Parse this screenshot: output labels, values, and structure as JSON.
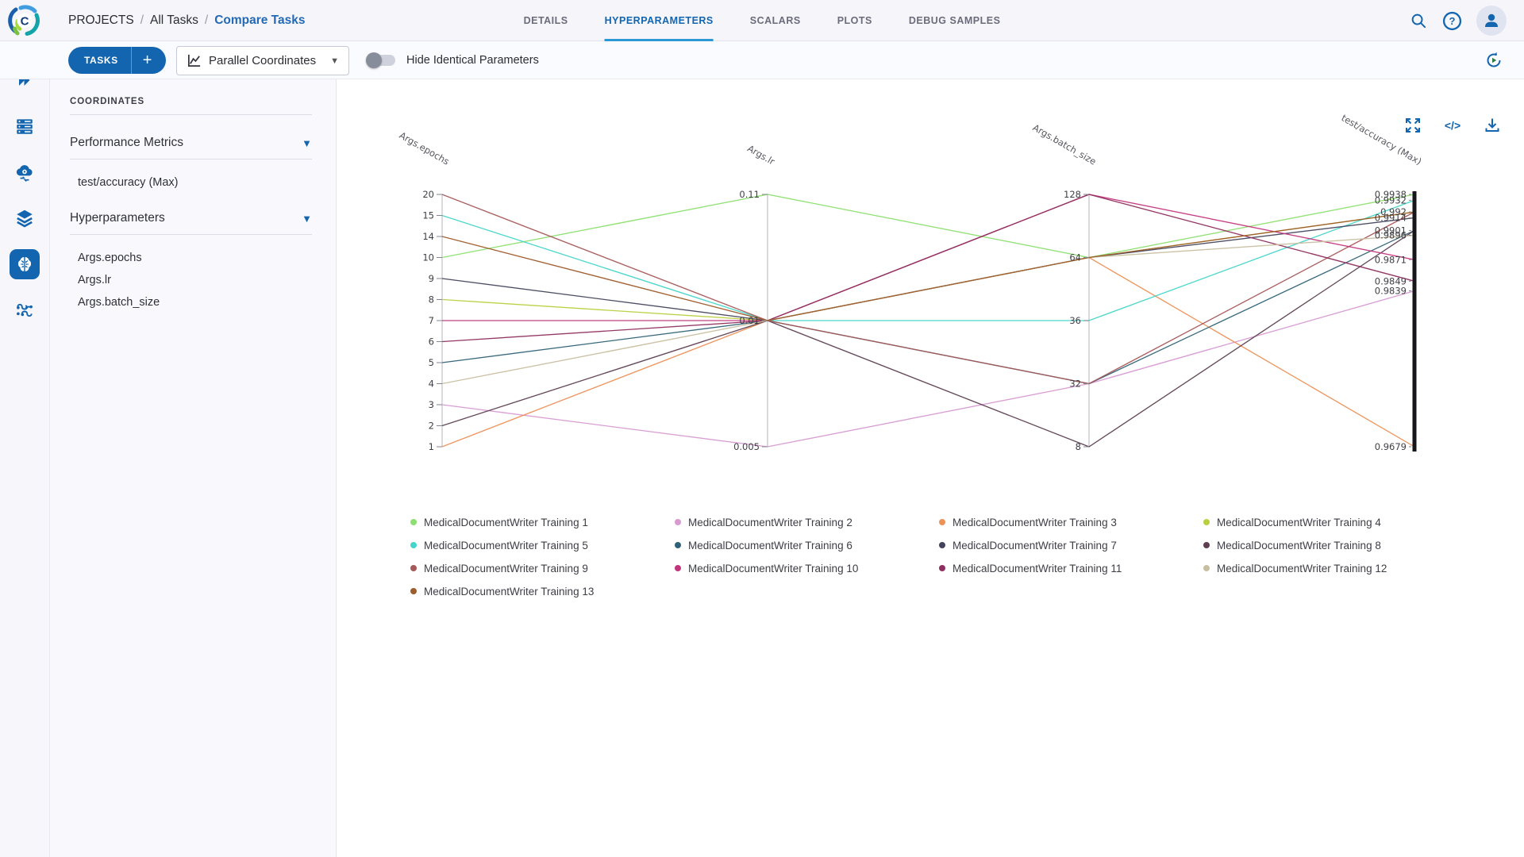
{
  "header": {
    "breadcrumb": [
      "PROJECTS",
      "All Tasks",
      "Compare Tasks"
    ],
    "tabs": [
      "DETAILS",
      "HYPERPARAMETERS",
      "SCALARS",
      "PLOTS",
      "DEBUG SAMPLES"
    ],
    "active_tab": "HYPERPARAMETERS",
    "icons": [
      "search-icon",
      "help-icon",
      "user-avatar"
    ],
    "accent_color": "#1265ae"
  },
  "toolbar": {
    "tasks_button": "TASKS",
    "add_button": "+",
    "view_selector": "Parallel Coordinates",
    "toggle_label": "Hide Identical Parameters",
    "toggle_state": "off"
  },
  "panel": {
    "title": "COORDINATES",
    "sections": [
      {
        "label": "Performance Metrics",
        "items": [
          "test/accuracy (Max)"
        ]
      },
      {
        "label": "Hyperparameters",
        "items": [
          "Args.epochs",
          "Args.lr",
          "Args.batch_size"
        ]
      }
    ]
  },
  "chart_data": {
    "type": "parallel-coordinates",
    "axes": [
      {
        "title": "Args.epochs",
        "type": "categorical",
        "ticks": [
          "20",
          "15",
          "14",
          "10",
          "9",
          "8",
          "7",
          "6",
          "5",
          "4",
          "3",
          "2",
          "1"
        ]
      },
      {
        "title": "Args.lr",
        "type": "custom",
        "ticks": [
          {
            "label": "0.11",
            "pos": 0
          },
          {
            "label": "0.01",
            "pos": 0.5
          },
          {
            "label": "0.005",
            "pos": 1
          }
        ]
      },
      {
        "title": "Args.batch_size",
        "type": "categorical",
        "ticks": [
          "128",
          "64",
          "36",
          "32",
          "8"
        ]
      },
      {
        "title": "test/accuracy (Max)",
        "type": "linear",
        "max": 0.9938,
        "min": 0.9679,
        "highlighted": true,
        "ticks": [
          "0.9938",
          "0.9932",
          "0.992",
          "0.9914",
          "0.9901",
          "0.9896",
          "0.9871",
          "0.9849",
          "0.9839",
          "0.9679"
        ]
      }
    ],
    "series": [
      {
        "name": "MedicalDocumentWriter Training 1",
        "color": "#8ddf70",
        "values": [
          10,
          0.11,
          64,
          0.9938
        ]
      },
      {
        "name": "MedicalDocumentWriter Training 2",
        "color": "#d79ad2",
        "values": [
          3,
          0.005,
          32,
          0.9839
        ]
      },
      {
        "name": "MedicalDocumentWriter Training 3",
        "color": "#ec9158",
        "values": [
          1,
          0.01,
          64,
          0.9679
        ]
      },
      {
        "name": "MedicalDocumentWriter Training 4",
        "color": "#b9cf3e",
        "values": [
          8,
          0.01,
          64,
          0.992
        ]
      },
      {
        "name": "MedicalDocumentWriter Training 5",
        "color": "#45d5c8",
        "values": [
          15,
          0.01,
          36,
          0.9932
        ]
      },
      {
        "name": "MedicalDocumentWriter Training 6",
        "color": "#2f6276",
        "values": [
          5,
          0.01,
          32,
          0.9901
        ]
      },
      {
        "name": "MedicalDocumentWriter Training 7",
        "color": "#43445c",
        "values": [
          9,
          0.01,
          64,
          0.9914
        ]
      },
      {
        "name": "MedicalDocumentWriter Training 8",
        "color": "#5d3f51",
        "values": [
          2,
          0.01,
          8,
          0.9901
        ]
      },
      {
        "name": "MedicalDocumentWriter Training 9",
        "color": "#a75858",
        "values": [
          20,
          0.01,
          32,
          0.992
        ]
      },
      {
        "name": "MedicalDocumentWriter Training 10",
        "color": "#c2367d",
        "values": [
          7,
          0.01,
          128,
          0.9871
        ]
      },
      {
        "name": "MedicalDocumentWriter Training 11",
        "color": "#8f2f5f",
        "values": [
          6,
          0.01,
          128,
          0.9849
        ]
      },
      {
        "name": "MedicalDocumentWriter Training 12",
        "color": "#c8bfa0",
        "values": [
          4,
          0.01,
          64,
          0.9896
        ]
      },
      {
        "name": "MedicalDocumentWriter Training 13",
        "color": "#9e5b2b",
        "values": [
          14,
          0.01,
          64,
          0.992
        ]
      }
    ],
    "legend_position": "bottom"
  }
}
